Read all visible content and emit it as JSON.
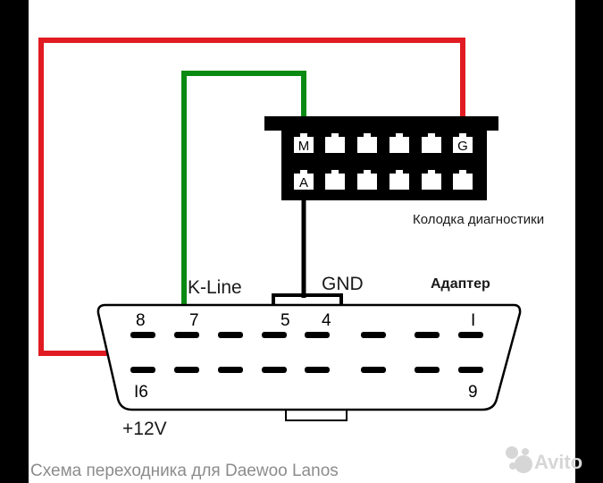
{
  "colors": {
    "power_wire": "#e11b22",
    "kline_wire": "#0a8a12",
    "ground_wire": "#000000",
    "frame": "#000000",
    "background": "#ffffff"
  },
  "diag_block": {
    "label": "Колодка диагностики",
    "top_pins": [
      "M",
      "",
      "",
      "",
      "",
      "G"
    ],
    "bottom_pins": [
      "A",
      "",
      "",
      "",
      "",
      ""
    ]
  },
  "adapter": {
    "label": "Адаптер",
    "pin_labels": {
      "p8": "8",
      "p7": "7",
      "p5": "5",
      "p4": "4",
      "p1": "I",
      "p16": "I6",
      "p9": "9"
    },
    "row_top_pins": 8,
    "row_bottom_pins": 8
  },
  "wires": {
    "kline_label": "K-Line",
    "gnd_label": "GND",
    "power_label": "+12V"
  },
  "caption": "Схема переходника для Daewoo Lanos",
  "watermark": "Avito"
}
